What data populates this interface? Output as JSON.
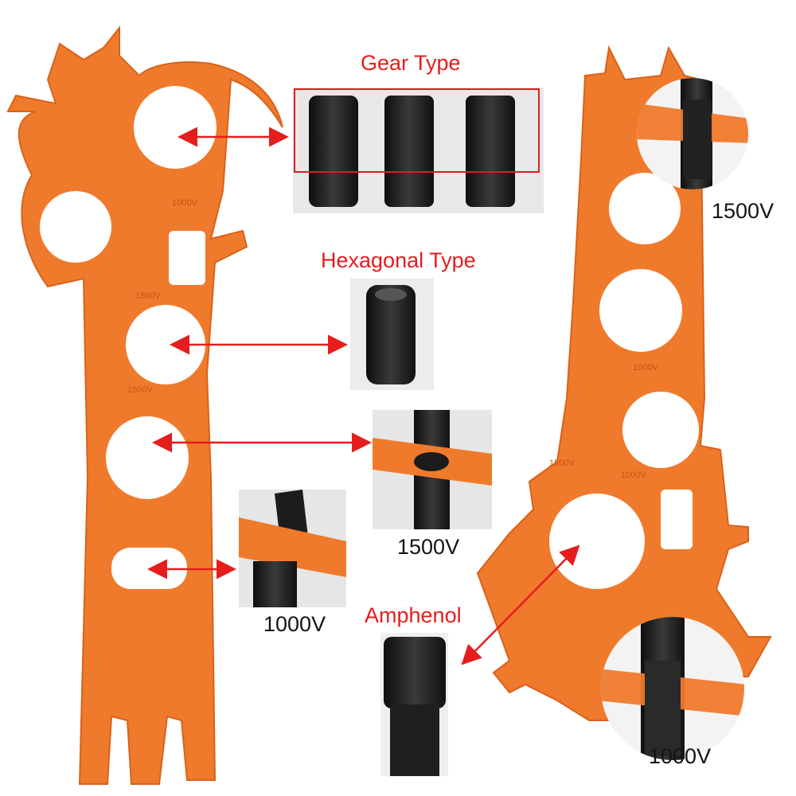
{
  "labels": {
    "gear_type": "Gear Type",
    "hexagonal_type": "Hexagonal Type",
    "amphenol": "Amphenol",
    "v1500_top_right": "1500V",
    "v1500_middle": "1500V",
    "v1000_left": "1000V",
    "v1000_bottom_right": "1000V"
  },
  "tool_markings": {
    "a": "1000V",
    "b": "1500V",
    "c": "1500V",
    "d": "1000V",
    "e": "1500V",
    "f": "1000V"
  },
  "colors": {
    "tool_orange": "#f07a2c",
    "tool_shadow": "#d8621a",
    "annotation_red": "#e51d1d",
    "connector_black": "#1c1c1c"
  }
}
